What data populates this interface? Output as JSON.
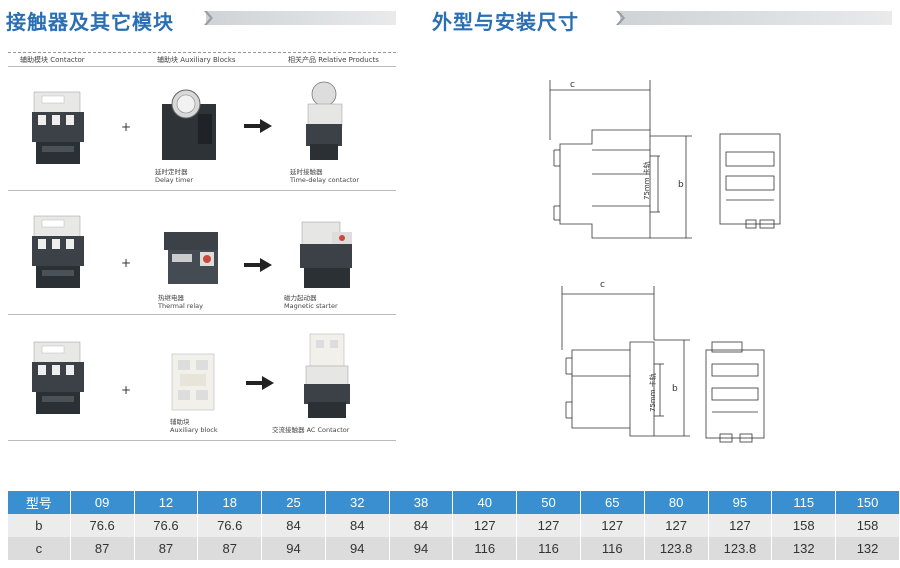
{
  "left_section": {
    "title": "接触器及其它模块",
    "headers": [
      "辅助模块  Contactor",
      "辅助块  Auxiliary Blocks",
      "相关产品  Relative Products"
    ],
    "rows": [
      {
        "plus": "+",
        "middle_cn": "延时定时器",
        "middle_en": "Delay timer",
        "right_cn": "延时接触器",
        "right_en": "Time-delay contactor"
      },
      {
        "plus": "+",
        "middle_cn": "热继电器",
        "middle_en": "Thermal relay",
        "right_cn": "磁力起动器",
        "right_en": "Magnetic starter"
      },
      {
        "plus": "+",
        "middle_cn": "辅助块",
        "middle_en": "Auxiliary block",
        "right_cn": "交流接触器  AC Contactor",
        "right_en": ""
      }
    ]
  },
  "right_section": {
    "title": "外型与安装尺寸",
    "dim_c": "c",
    "dim_b": "b",
    "rail": "75mm 卡轨"
  },
  "table": {
    "header": [
      "型号",
      "09",
      "12",
      "18",
      "25",
      "32",
      "38",
      "40",
      "50",
      "65",
      "80",
      "95",
      "115",
      "150"
    ],
    "rows": [
      [
        "b",
        "76.6",
        "76.6",
        "76.6",
        "84",
        "84",
        "84",
        "127",
        "127",
        "127",
        "127",
        "127",
        "158",
        "158"
      ],
      [
        "c",
        "87",
        "87",
        "87",
        "94",
        "94",
        "94",
        "116",
        "116",
        "116",
        "123.8",
        "123.8",
        "132",
        "132"
      ]
    ]
  },
  "colors": {
    "title": "#2a6fb3",
    "table_header": "#3a8fd0",
    "row1": "#ececec",
    "row2": "#dcdcdc"
  }
}
